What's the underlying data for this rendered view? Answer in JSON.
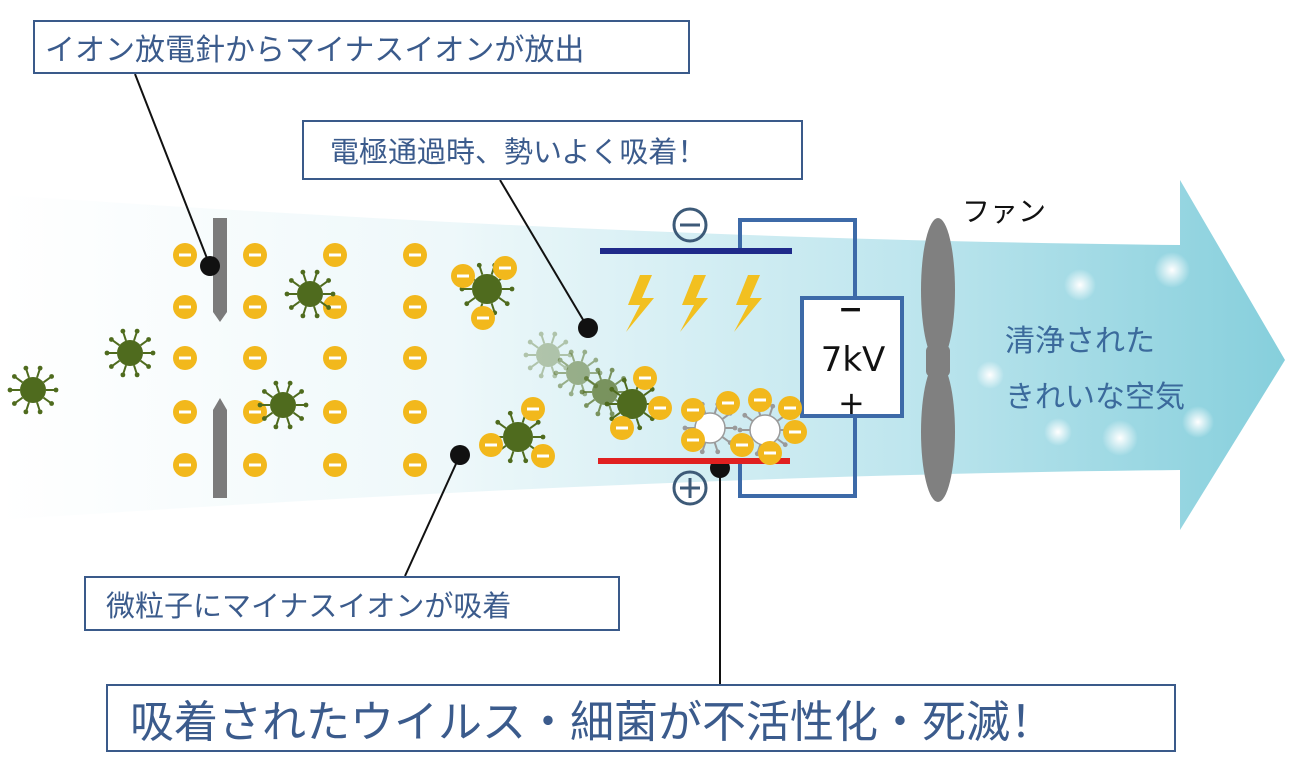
{
  "callouts": {
    "ion_emission": "イオン放電針からマイナスイオンが放出",
    "electrode_adsorption": "電極通過時、勢いよく吸着！",
    "particle_adsorption": "微粒子にマイナスイオンが吸着",
    "result": "吸着されたウイルス・細菌が不活性化・死滅！"
  },
  "labels": {
    "fan": "ファン",
    "clean_air_line1": "清浄された",
    "clean_air_line2": "きれいな空気",
    "voltage": "7kV",
    "voltage_minus": "−",
    "voltage_plus": "+"
  },
  "colors": {
    "callout_border": "#3a5a8a",
    "callout_text": "#3b5b8c",
    "ion_fill": "#f2b81c",
    "virus_fill": "#4f6b1e",
    "negative_plate": "#1f2a8a",
    "positive_plate": "#e02020",
    "circuit_wire": "#3d6aa8",
    "flow_arrow": "#8fd0dc",
    "fan_blade": "#808080",
    "lightning": "#f2c020"
  }
}
